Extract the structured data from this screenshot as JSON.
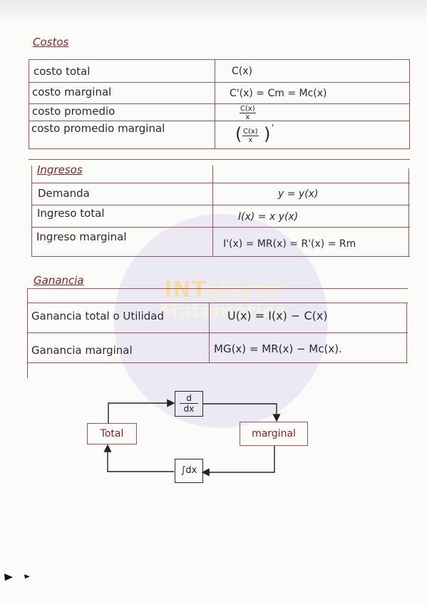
{
  "watermark": {
    "line1_int": "INT",
    "line1_rest": "electo",
    "line2": "Matemático"
  },
  "costos": {
    "heading": "Costos",
    "rows": [
      {
        "label": "costo total",
        "formula": "C(x)"
      },
      {
        "label": "costo marginal",
        "formula": "C'(x) = Cm = Mc(x)"
      },
      {
        "label": "costo promedio",
        "frac_num": "C(x)",
        "frac_den": "x"
      },
      {
        "label": "costo promedio marginal",
        "frac_num": "C(x)",
        "frac_den": "x",
        "prime": "'"
      }
    ]
  },
  "ingresos": {
    "heading": "Ingresos",
    "rows": [
      {
        "label": "Demanda",
        "formula": "y = y(x)"
      },
      {
        "label": "Ingreso total",
        "formula": "I(x) = x y(x)"
      },
      {
        "label": "Ingreso marginal",
        "formula": "I'(x) = MR(x) = R'(x) = Rm"
      }
    ]
  },
  "ganancia": {
    "heading": "Ganancia",
    "rows": [
      {
        "label": "Ganancia total o Utilidad",
        "formula": "U(x) = I(x) − C(x)"
      },
      {
        "label": "Ganancia marginal",
        "formula": "MG(x) = MR(x) − Mc(x)."
      }
    ]
  },
  "diagram": {
    "left_box": "Total",
    "right_box": "marginal",
    "top_op_num": "d",
    "top_op_den": "dx",
    "bottom_op": "∫dx"
  }
}
